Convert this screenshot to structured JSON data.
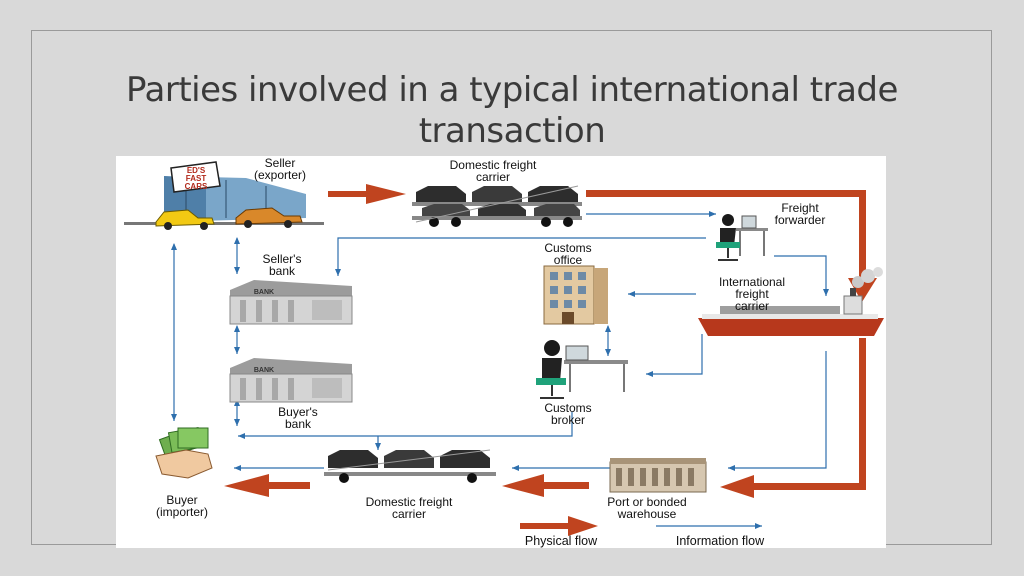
{
  "slide": {
    "title_line1": "Parties involved in a typical international trade",
    "title_line2": "transaction"
  },
  "diagram": {
    "labels": {
      "seller": [
        "Seller",
        "(exporter)"
      ],
      "domestic_carrier_top": [
        "Domestic freight",
        "carrier"
      ],
      "freight_forwarder": [
        "Freight",
        "forwarder"
      ],
      "sellers_bank": [
        "Seller's",
        "bank"
      ],
      "customs_office": [
        "Customs",
        "office"
      ],
      "international_carrier": [
        "International",
        "freight",
        "carrier"
      ],
      "buyers_bank": [
        "Buyer's",
        "bank"
      ],
      "customs_broker": [
        "Customs",
        "broker"
      ],
      "buyer": [
        "Buyer",
        "(importer)"
      ],
      "domestic_carrier_bottom": [
        "Domestic freight",
        "carrier"
      ],
      "warehouse": [
        "Port or bonded",
        "warehouse"
      ]
    },
    "sign_text": [
      "ED'S",
      "FAST",
      "CARS"
    ],
    "bank_sign": "BANK",
    "legend": {
      "physical": "Physical flow",
      "information": "Information flow"
    },
    "colors": {
      "physical_flow": "#c0441f",
      "information_flow": "#2e6fad"
    }
  }
}
